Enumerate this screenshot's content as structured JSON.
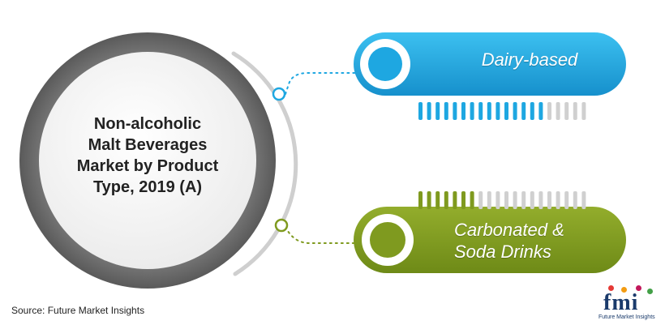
{
  "title": "Non-alcoholic Malt Beverages Market by Product Type, 2019 (A)",
  "title_lines": [
    "Non-alcoholic",
    "Malt Beverages",
    "Market by Product",
    "Type, 2019 (A)"
  ],
  "source": "Source: Future Market Insights",
  "logo": {
    "text": "fmi",
    "subtitle": "Future Market Insights"
  },
  "colors": {
    "blue": "#1ea7e1",
    "green": "#7f9a1f",
    "inactive": "#d0d0d0",
    "ring": "#6b6b6b",
    "arc": "#cfcfcf"
  },
  "chart_data": {
    "type": "bar",
    "categories": [
      "Dairy-based",
      "Carbonated & Soda Drinks"
    ],
    "series": [
      {
        "values": [
          0.75,
          0.35
        ]
      }
    ],
    "segments_total": 20,
    "segments_filled": [
      15,
      7
    ]
  },
  "labels": {
    "item1": "Dairy-based",
    "item2_line1": "Carbonated &",
    "item2_line2": "Soda Drinks"
  }
}
